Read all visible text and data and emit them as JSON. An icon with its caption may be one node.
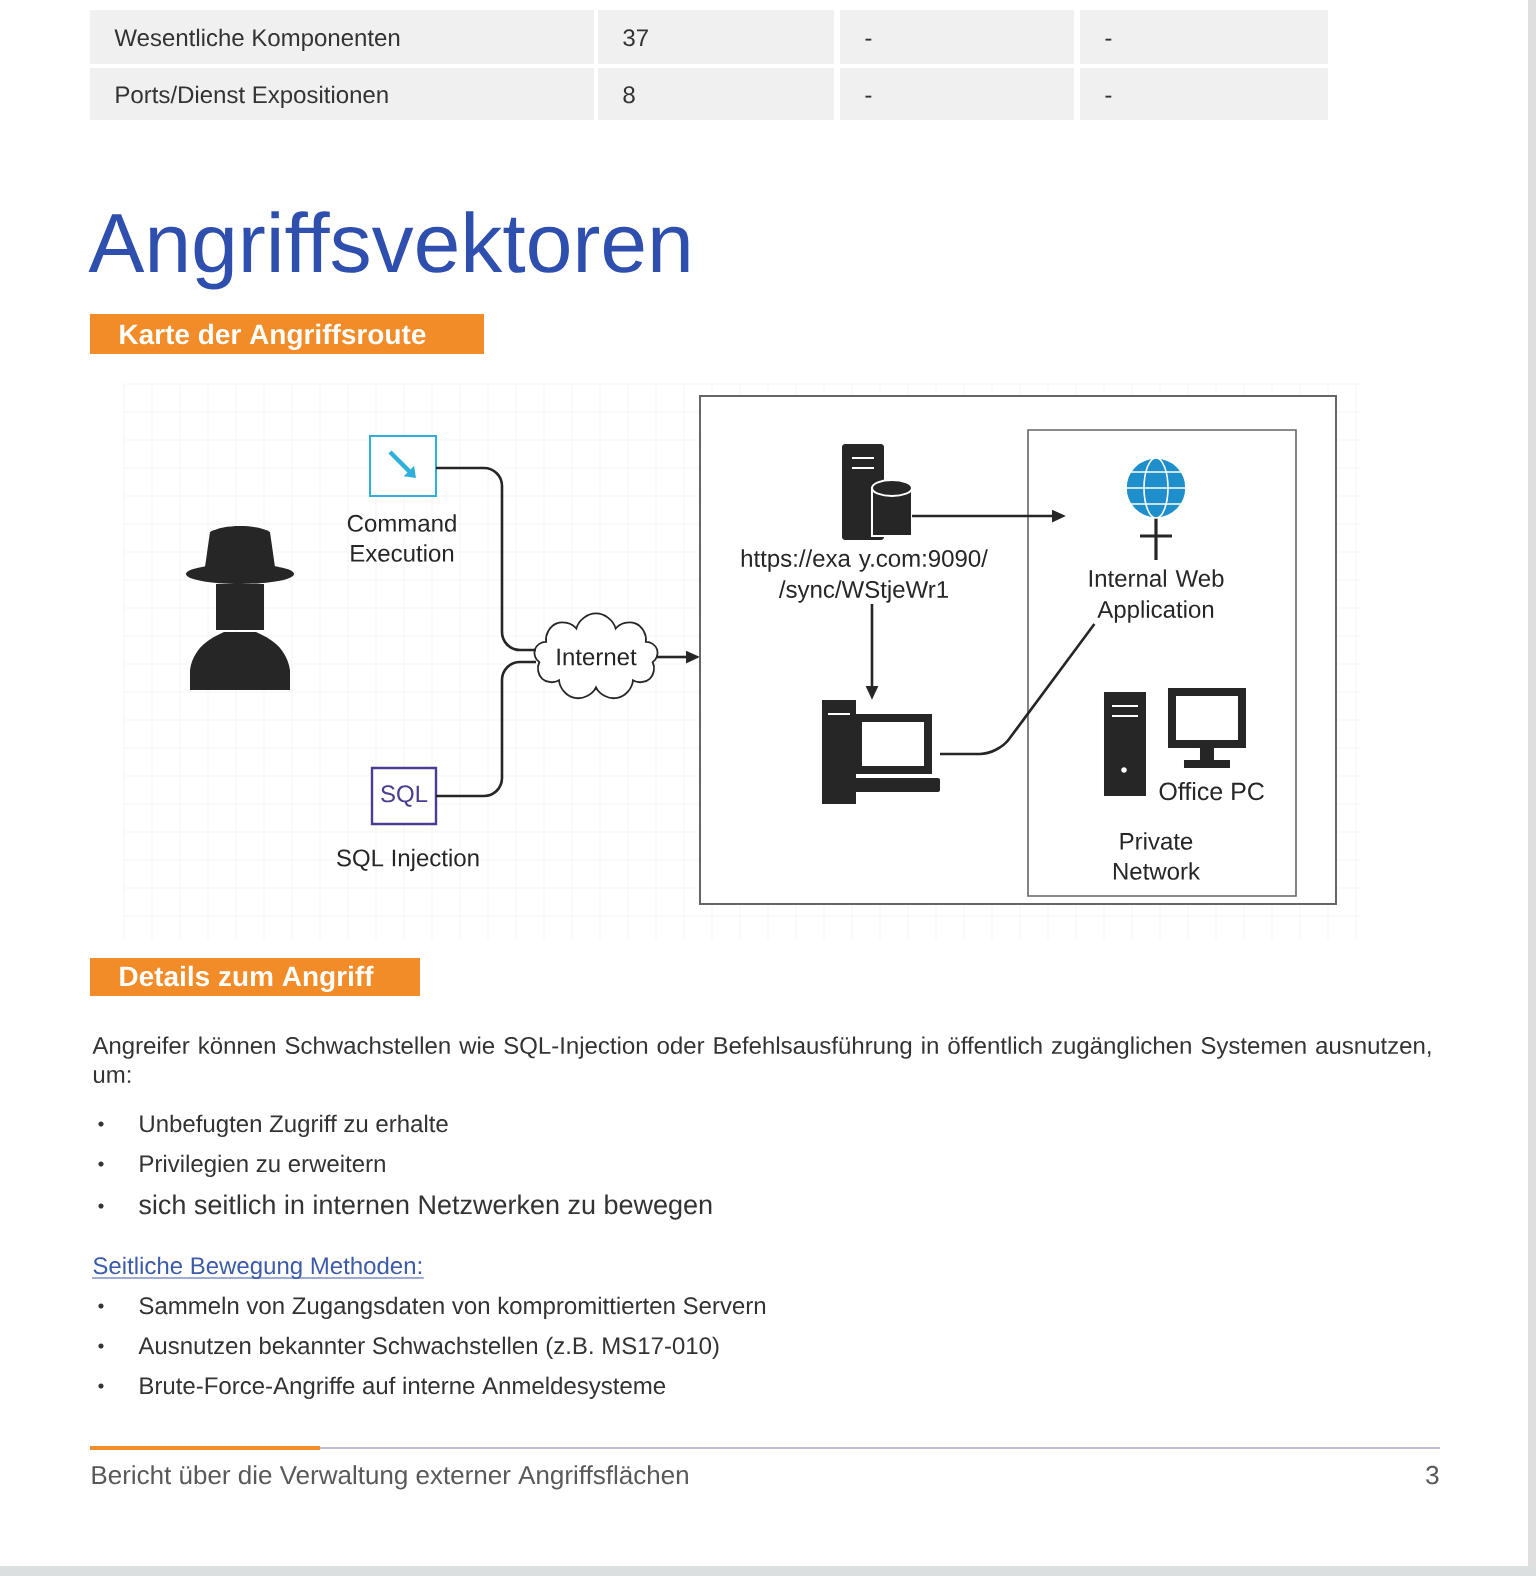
{
  "diagram": {
    "title": "Angriffsvektoren",
    "nodes": [
      {
        "text": [],
        "shape": "box",
        "beside": [
          "Command Execution"
        ]
      },
      {
        "text": [
          "SQL"
        ],
        "beside": [
          "SQL Injection"
        ]
      },
      {
        "text": [
          "Internet"
        ]
      },
      {
        "text": [],
        "shape": "box"
      },
      {
        "text": [
          "https://exa y.com:9090/ /sync/WStjeWr1"
        ],
        "in": 3
      },
      {
        "text": [
          "Private Network"
        ],
        "in": 3
      },
      {
        "text": [
          "Internal Web Application"
        ],
        "in": 5
      },
      {
        "text": [],
        "shape": "computer",
        "in": 3
      },
      {
        "text": [
          "Office PC"
        ],
        "in": 5
      }
    ],
    "edges": [
      {
        "from": 0,
        "to": 2,
        "arrow": "none"
      },
      {
        "from": 1,
        "to": 2,
        "arrow": "none"
      },
      {
        "from": 2,
        "to": 3,
        "arrow": "to"
      },
      {
        "from": 4,
        "to": 6,
        "arrow": "to"
      },
      {
        "from": 4,
        "to": 7,
        "arrow": "to"
      },
      {
        "from": 7,
        "to": 6,
        "arrow": "none"
      }
    ],
    "labels": [
      "Wesentliche Komponenten",
      "37",
      "-",
      "-",
      "Ports/Dienst Expositionen",
      "8",
      "-",
      "-",
      "Karte der Angriffsroute",
      "Details zum Angriff",
      "Angreifer können Schwachstellen wie SQL-Injection oder Befehlsausführung in öffentlich zugänglichen Systemen ausnutzen, um:",
      "Unbefugten Zugriff zu erhalte",
      "Privilegien zu erweitern",
      "sich seitlich in internen Netzwerken zu bewegen",
      "Seitliche Bewegung Methoden:",
      "Sammeln von Zugangsdaten von kompromittierten Servern",
      "Ausnutzen bekannter Schwachstellen (z.B. MS17-010)",
      "Brute-Force-Angriffe auf interne Anmeldesysteme",
      "Bericht über die Verwaltung externer Angriffsflächen",
      "3"
    ]
  }
}
